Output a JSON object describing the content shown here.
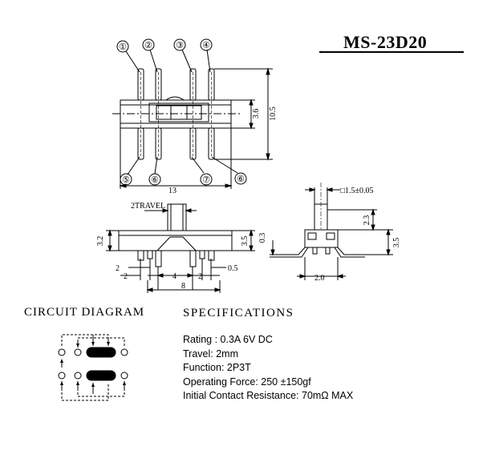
{
  "model": "MS-23D20",
  "labels": {
    "circuit_diagram": "CIRCUIT DIAGRAM",
    "specifications": "SPECIFICATIONS",
    "travel_note": "2TRAVEL"
  },
  "pin_numbers": {
    "p1": "①",
    "p2": "②",
    "p3": "③",
    "p4": "④",
    "p5": "⑤",
    "p6": "⑥",
    "p7": "⑦",
    "p8": "⑥"
  },
  "dimensions": {
    "width_13": "13",
    "height_10_5": "10.5",
    "height_3_6": "3.6",
    "height_3_2": "3.2",
    "height_3_5": "3.5",
    "pitch_2a": "2",
    "pitch_2b": "2",
    "span_4": "4",
    "pitch_2c": "2",
    "span_8": "8",
    "pin_0_5": "0.5",
    "thickness_0_3": "0.3",
    "hole_1_5": "□1.5±0.05",
    "height_2_3": "2.3",
    "side_3_5": "3.5",
    "side_2_0": "2.0"
  },
  "specifications": [
    "Rating : 0.3A 6V DC",
    "Travel: 2mm",
    "Function: 2P3T",
    "Operating Force: 250 ±150gf",
    "Initial Contact Resistance: 70mΩ MAX"
  ]
}
